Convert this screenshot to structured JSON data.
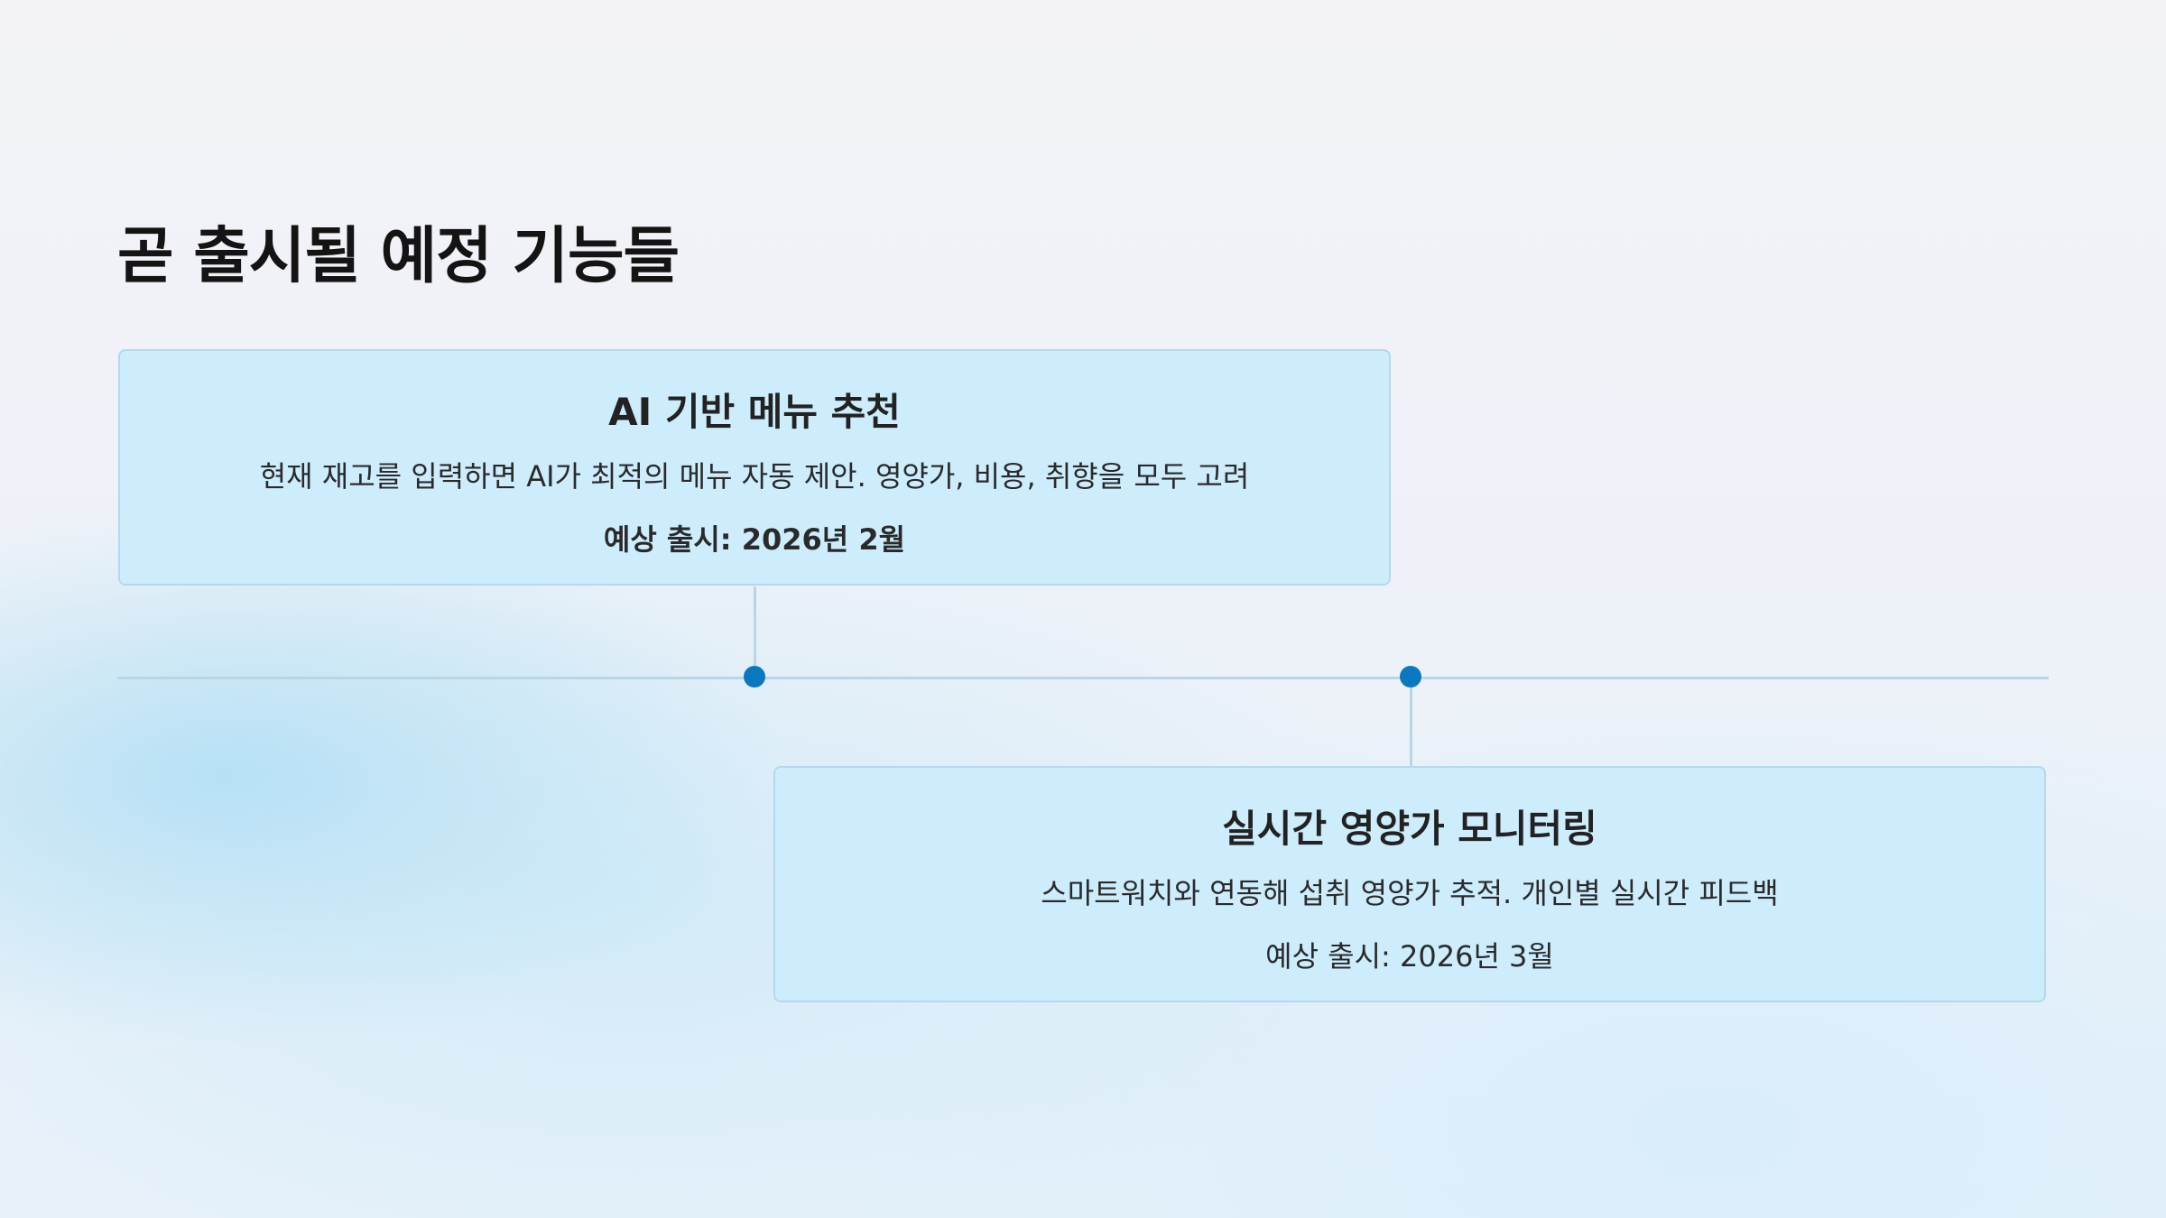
{
  "slide": {
    "title": "곧 출시될 예정 기능들"
  },
  "features": [
    {
      "title": "AI 기반 메뉴 추천",
      "description": "현재 재고를 입력하면 AI가 최적의 메뉴 자동 제안. 영양가, 비용, 취향을 모두 고려",
      "release": "예상 출시: 2026년 2월"
    },
    {
      "title": "실시간 영양가 모니터링",
      "description": "스마트워치와 연동해 섭취 영양가 추적. 개인별 실시간 피드백",
      "release": "예상 출시: 2026년 3월"
    }
  ],
  "colors": {
    "card_background": "#cdedfd",
    "card_border": "#b6d8ea",
    "timeline_line": "#b9d6e6",
    "timeline_dot": "#0a78bf"
  }
}
